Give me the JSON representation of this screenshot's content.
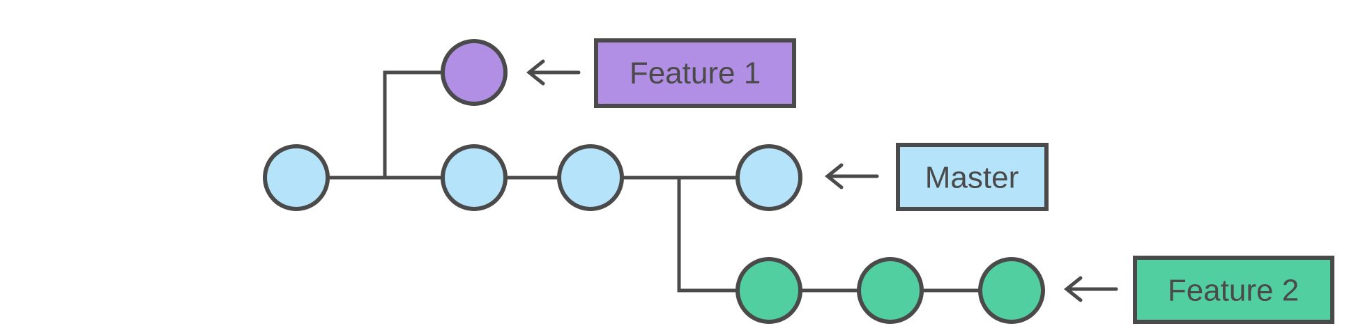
{
  "colors": {
    "master": "#b5e3f9",
    "feature1": "#b18fe4",
    "feature2": "#52cfa0",
    "stroke": "#4a4a4a"
  },
  "branches": {
    "feature1": {
      "label": "Feature 1",
      "commits": 1
    },
    "master": {
      "label": "Master",
      "commits": 4
    },
    "feature2": {
      "label": "Feature 2",
      "commits": 3
    }
  }
}
